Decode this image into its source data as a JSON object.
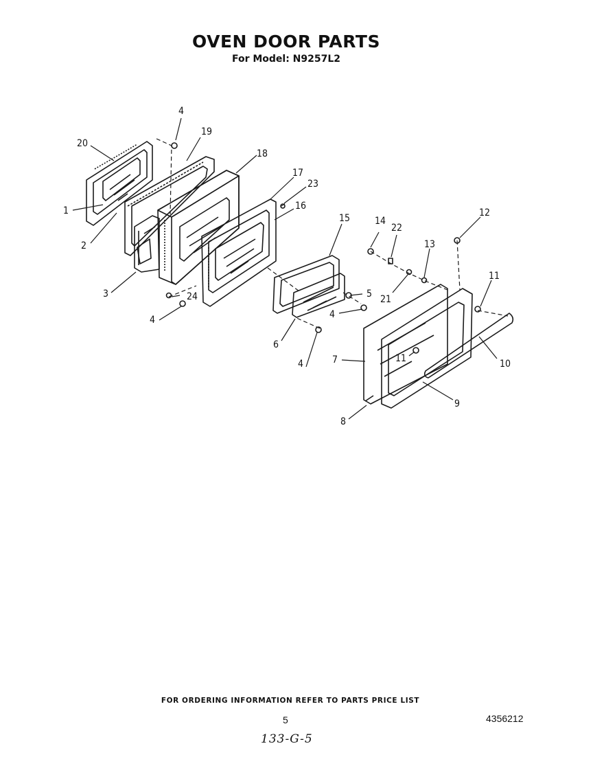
{
  "header": {
    "title": "OVEN DOOR PARTS",
    "subtitle": "For Model: N9257L2"
  },
  "callouts": {
    "c1": "1",
    "c2": "2",
    "c3": "3",
    "c4a": "4",
    "c4b": "4",
    "c4c": "4",
    "c4d": "4",
    "c5": "5",
    "c6": "6",
    "c7": "7",
    "c8": "8",
    "c9": "9",
    "c10": "10",
    "c11a": "11",
    "c11b": "11",
    "c12": "12",
    "c13": "13",
    "c14": "14",
    "c15": "15",
    "c16": "16",
    "c17": "17",
    "c18": "18",
    "c19": "19",
    "c20": "20",
    "c21": "21",
    "c22": "22",
    "c23": "23",
    "c24": "24"
  },
  "footer": {
    "ordering_note": "FOR ORDERING INFORMATION REFER TO PARTS PRICE LIST",
    "page_number": "5",
    "document_number": "4356212",
    "handwritten_note": "133-G-5"
  }
}
